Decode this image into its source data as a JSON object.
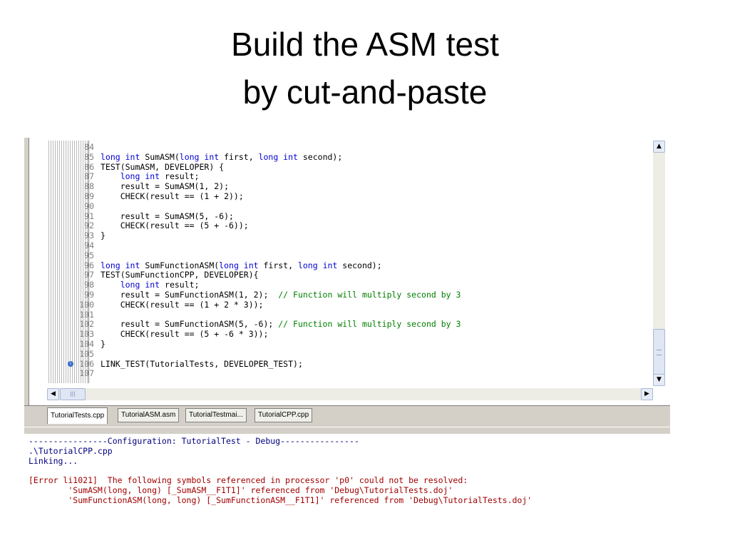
{
  "slide": {
    "title_line1": "Build the ASM test",
    "title_line2": "by cut-and-paste"
  },
  "editor": {
    "lines": [
      {
        "n": "84",
        "segs": []
      },
      {
        "n": "85",
        "segs": [
          {
            "t": "long int",
            "c": "kw"
          },
          {
            "t": " SumASM(",
            "c": ""
          },
          {
            "t": "long int",
            "c": "kw"
          },
          {
            "t": " first, ",
            "c": ""
          },
          {
            "t": "long int",
            "c": "kw"
          },
          {
            "t": " second);",
            "c": ""
          }
        ]
      },
      {
        "n": "86",
        "segs": [
          {
            "t": "TEST(SumASM, DEVELOPER) {",
            "c": ""
          }
        ]
      },
      {
        "n": "87",
        "segs": [
          {
            "t": "    ",
            "c": ""
          },
          {
            "t": "long int",
            "c": "kw"
          },
          {
            "t": " result;",
            "c": ""
          }
        ]
      },
      {
        "n": "88",
        "segs": [
          {
            "t": "    result = SumASM(1, 2);",
            "c": ""
          }
        ]
      },
      {
        "n": "89",
        "segs": [
          {
            "t": "    CHECK(result == (1 + 2));",
            "c": ""
          }
        ]
      },
      {
        "n": "90",
        "segs": []
      },
      {
        "n": "91",
        "segs": [
          {
            "t": "    result = SumASM(5, -6);",
            "c": ""
          }
        ]
      },
      {
        "n": "92",
        "segs": [
          {
            "t": "    CHECK(result == (5 + -6));",
            "c": ""
          }
        ]
      },
      {
        "n": "93",
        "segs": [
          {
            "t": "}",
            "c": ""
          }
        ]
      },
      {
        "n": "94",
        "segs": []
      },
      {
        "n": "95",
        "segs": []
      },
      {
        "n": "96",
        "segs": [
          {
            "t": "long int",
            "c": "kw"
          },
          {
            "t": " SumFunctionASM(",
            "c": ""
          },
          {
            "t": "long int",
            "c": "kw"
          },
          {
            "t": " first, ",
            "c": ""
          },
          {
            "t": "long int",
            "c": "kw"
          },
          {
            "t": " second);",
            "c": ""
          }
        ]
      },
      {
        "n": "97",
        "segs": [
          {
            "t": "TEST(SumFunctionCPP, DEVELOPER){",
            "c": ""
          }
        ]
      },
      {
        "n": "98",
        "segs": [
          {
            "t": "    ",
            "c": ""
          },
          {
            "t": "long int",
            "c": "kw"
          },
          {
            "t": " result;",
            "c": ""
          }
        ]
      },
      {
        "n": "99",
        "segs": [
          {
            "t": "    result = SumFunctionASM(1, 2);  ",
            "c": ""
          },
          {
            "t": "// Function will multiply second by 3",
            "c": "cm"
          }
        ]
      },
      {
        "n": "100",
        "segs": [
          {
            "t": "    CHECK(result == (1 + 2 * 3));",
            "c": ""
          }
        ]
      },
      {
        "n": "101",
        "segs": []
      },
      {
        "n": "102",
        "segs": [
          {
            "t": "    result = SumFunctionASM(5, -6); ",
            "c": ""
          },
          {
            "t": "// Function will multiply second by 3",
            "c": "cm"
          }
        ]
      },
      {
        "n": "103",
        "segs": [
          {
            "t": "    CHECK(result == (5 + -6 * 3));",
            "c": ""
          }
        ]
      },
      {
        "n": "104",
        "segs": [
          {
            "t": "}",
            "c": ""
          }
        ]
      },
      {
        "n": "105",
        "segs": []
      },
      {
        "n": "106",
        "segs": [
          {
            "t": "LINK_TEST(TutorialTests, DEVELOPER_TEST);",
            "c": ""
          }
        ],
        "bookmark": true
      },
      {
        "n": "107",
        "segs": []
      }
    ],
    "scroll_up_icon": "chevron-up-icon",
    "scroll_down_icon": "chevron-down-icon",
    "scroll_left_icon": "chevron-left-icon",
    "scroll_right_icon": "chevron-right-icon"
  },
  "tabs": [
    {
      "label": "TutorialTests.cpp",
      "active": true
    },
    {
      "label": "TutorialASM.asm",
      "active": false
    },
    {
      "label": "TutorialTestmai...",
      "active": false
    },
    {
      "label": "TutorialCPP.cpp",
      "active": false
    }
  ],
  "output": {
    "lines": [
      {
        "text": "----------------Configuration: TutorialTest - Debug----------------",
        "color": "blue"
      },
      {
        "text": ".\\TutorialCPP.cpp",
        "color": "blue"
      },
      {
        "text": "Linking...",
        "color": "blue"
      },
      {
        "text": "",
        "color": "blue"
      },
      {
        "text": "[Error li1021]  The following symbols referenced in processor 'p0' could not be resolved:",
        "color": "red"
      },
      {
        "text": "        'SumASM(long, long) [_SumASM__F1T1]' referenced from 'Debug\\TutorialTests.doj'",
        "color": "red"
      },
      {
        "text": "        'SumFunctionASM(long, long) [_SumFunctionASM__F1T1]' referenced from 'Debug\\TutorialTests.doj'",
        "color": "red"
      }
    ]
  }
}
